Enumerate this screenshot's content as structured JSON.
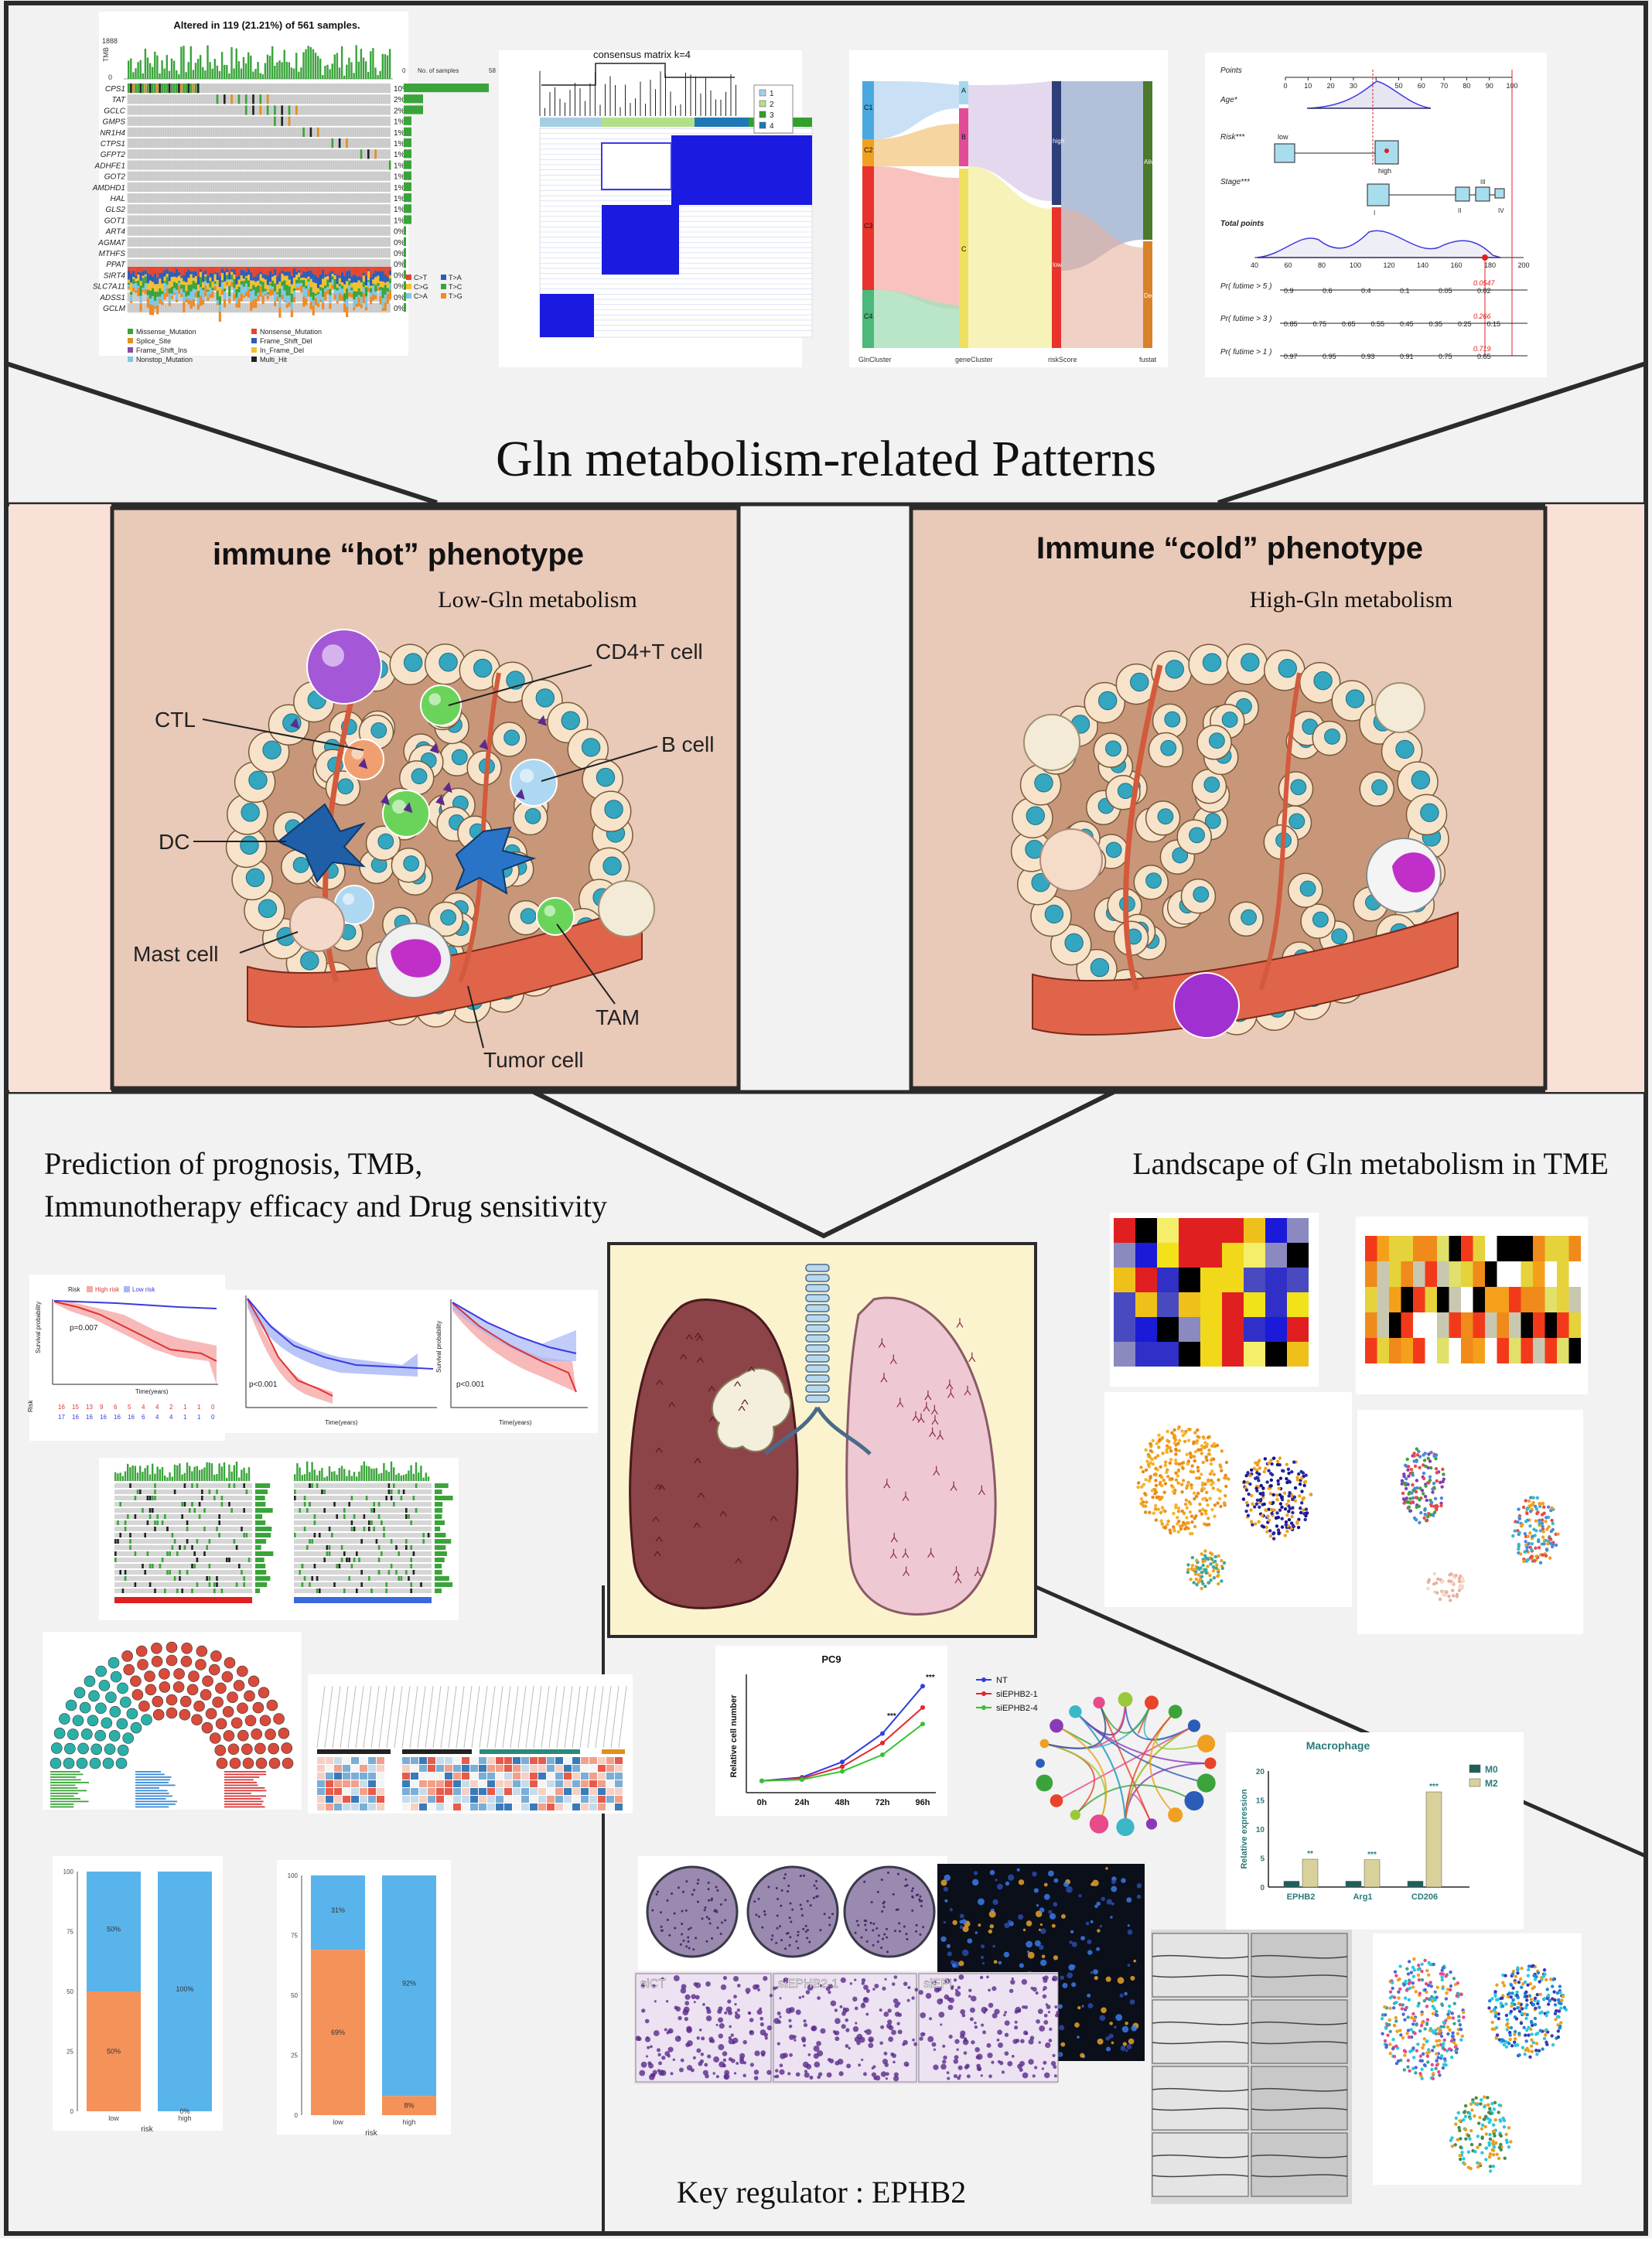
{
  "main_title": "Gln metabolism-related Patterns",
  "hot": {
    "title": "immune “hot” phenotype",
    "subtitle": "Low-Gln metabolism",
    "labels": {
      "cd4": "CD4+T cell",
      "ctl": "CTL",
      "bcell": "B cell",
      "dc": "DC",
      "mast": "Mast cell",
      "tam": "TAM",
      "tumor": "Tumor cell"
    }
  },
  "cold": {
    "title": "Immune “cold” phenotype",
    "subtitle": "High-Gln metabolism"
  },
  "prediction_title": {
    "line1": "Prediction of prognosis, TMB,",
    "line2": "Immunotherapy efficacy and Drug sensitivity"
  },
  "landscape_title": "Landscape of Gln metabolism in TME",
  "key_regulator": "Key regulator : EPHB2",
  "oncoplot": {
    "title": "Altered in 119 (21.21%) of 561 samples.",
    "tmb_label": "TMB",
    "tmb_max": "1888",
    "tmb_min": "0",
    "samples_label": "No. of samples",
    "samples_max": "58",
    "samples_min": "0",
    "genes": [
      "CPS1",
      "TAT",
      "GCLC",
      "GMPS",
      "NR1H4",
      "CTPS1",
      "GFPT2",
      "ADHFE1",
      "GOT2",
      "AMDHD1",
      "HAL",
      "GLS2",
      "GOT1",
      "ART4",
      "AGMAT",
      "MTHFS",
      "PPAT",
      "SIRT4",
      "SLC7A11",
      "ADSS1",
      "GCLM"
    ],
    "pcts": [
      "10%",
      "2%",
      "2%",
      "1%",
      "1%",
      "1%",
      "1%",
      "1%",
      "1%",
      "1%",
      "1%",
      "1%",
      "1%",
      "0%",
      "0%",
      "0%",
      "0%",
      "0%",
      "0%",
      "0%",
      "0%"
    ],
    "legend": [
      "Missense_Mutation",
      "Nonsense_Mutation",
      "Splice_Site",
      "Frame_Shift_Del",
      "Frame_Shift_Ins",
      "In_Frame_Del",
      "Nonstop_Mutation",
      "Multi_Hit"
    ],
    "ti_legend": [
      "C>T",
      "T>A",
      "C>G",
      "T>C",
      "C>A",
      "T>G"
    ]
  },
  "consensus": {
    "title": "consensus matrix k=4",
    "legend": [
      "1",
      "2",
      "3",
      "4"
    ]
  },
  "sankey": {
    "axes": [
      "GlnCluster",
      "geneCluster",
      "riskScore",
      "fustat"
    ],
    "c_labels": [
      "C1",
      "C2",
      "C3",
      "C4"
    ],
    "g_labels": [
      "A",
      "B",
      "C"
    ],
    "r_labels": [
      "high",
      "low"
    ],
    "f_labels": [
      "Alive",
      "Dead"
    ]
  },
  "nomogram": {
    "rows": [
      "Points",
      "Age*",
      "Risk***",
      "Stage***",
      "Total points",
      "Pr( futime > 5 )",
      "Pr( futime > 3 )",
      "Pr( futime > 1 )"
    ],
    "points_ticks": [
      "0",
      "10",
      "20",
      "30",
      "40",
      "50",
      "60",
      "70",
      "80",
      "90",
      "100"
    ],
    "total_ticks": [
      "40",
      "60",
      "80",
      "100",
      "120",
      "140",
      "160",
      "180",
      "200"
    ],
    "risk_levels": [
      "low",
      "high"
    ],
    "stage_levels": [
      "I",
      "II",
      "III",
      "IV"
    ],
    "red_values": [
      "0.0547",
      "0.266",
      "0.719"
    ],
    "pr5": [
      "0.9",
      "0.6",
      "0.4",
      "0.1",
      "0.05",
      "0.02"
    ],
    "pr3": [
      "0.85",
      "0.75",
      "0.65",
      "0.55",
      "0.45",
      "0.35",
      "0.25",
      "0.15"
    ],
    "pr1": [
      "0.97",
      "0.95",
      "0.93",
      "0.91",
      "0.75",
      "0.65"
    ]
  },
  "km": [
    {
      "legend": [
        "Risk",
        "High risk",
        "Low risk"
      ],
      "p": "p=0.007",
      "ylabel": "Survival probability",
      "xlabel": "Time(years)",
      "risk_label": "Risk",
      "n_high": [
        "16",
        "15",
        "13",
        "9",
        "6",
        "5",
        "4",
        "4",
        "2",
        "1",
        "1",
        "0"
      ],
      "n_low": [
        "17",
        "16",
        "16",
        "16",
        "16",
        "16",
        "6",
        "4",
        "4",
        "1",
        "1",
        "0"
      ]
    },
    {
      "p": "p<0.001",
      "xlabel": "Time(years)"
    },
    {
      "p": "p<0.001",
      "ylabel": "Survival probability",
      "xlabel": "Time(years)"
    }
  ],
  "growth": {
    "title": "PC9",
    "ylabel": "Relative cell number",
    "categories": [
      "0h",
      "24h",
      "48h",
      "72h",
      "96h"
    ],
    "legend": [
      "NT",
      "siEPHB2-1",
      "siEPHB2-4"
    ],
    "colors": [
      "#2f3fe0",
      "#e0282a",
      "#34c232"
    ],
    "sig": [
      "***",
      "***"
    ]
  },
  "macro": {
    "title": "Macrophage",
    "ylabel": "Relative expression",
    "categories": [
      "EPHB2",
      "Arg1",
      "CD206"
    ],
    "legend": [
      "M0",
      "M2"
    ],
    "yticks": [
      "0",
      "5",
      "10",
      "15",
      "20"
    ],
    "sig": [
      "**",
      "***",
      "***"
    ]
  },
  "stacked": [
    {
      "xlabel": "risk",
      "categories": [
        "low",
        "high"
      ],
      "labels": [
        "50%",
        "50%",
        "100%",
        "0%"
      ]
    },
    {
      "xlabel": "risk",
      "categories": [
        "low",
        "high"
      ],
      "labels": [
        "31%",
        "69%",
        "92%",
        "8%"
      ]
    }
  ],
  "stacked_yticks": [
    "0",
    "25",
    "50",
    "75",
    "100"
  ],
  "transwell_labels": [
    "siCT",
    "siEPHB2-1",
    "siEPI"
  ],
  "chart_data": [
    {
      "type": "line",
      "title": "PC9",
      "xlabel": "",
      "ylabel": "Relative cell number",
      "x": [
        "0h",
        "24h",
        "48h",
        "72h",
        "96h"
      ],
      "series": [
        {
          "name": "NT",
          "values": [
            1.0,
            1.3,
            2.6,
            5.0,
            9.0
          ]
        },
        {
          "name": "siEPHB2-1",
          "values": [
            1.0,
            1.2,
            2.2,
            4.2,
            7.2
          ]
        },
        {
          "name": "siEPHB2-4",
          "values": [
            1.0,
            1.1,
            1.8,
            3.2,
            5.8
          ]
        }
      ],
      "ylim": [
        0,
        10
      ]
    },
    {
      "type": "bar",
      "title": "Macrophage",
      "ylabel": "Relative expression",
      "categories": [
        "EPHB2",
        "Arg1",
        "CD206"
      ],
      "series": [
        {
          "name": "M0",
          "values": [
            1.0,
            1.0,
            1.0
          ]
        },
        {
          "name": "M2",
          "values": [
            4.8,
            4.7,
            16.4
          ]
        }
      ],
      "ylim": [
        0,
        20
      ]
    },
    {
      "type": "bar",
      "xlabel": "risk",
      "categories": [
        "low",
        "high"
      ],
      "series": [
        {
          "values": [
            50,
            0
          ]
        },
        {
          "values": [
            50,
            100
          ]
        }
      ],
      "ylim": [
        0,
        100
      ]
    },
    {
      "type": "bar",
      "xlabel": "risk",
      "categories": [
        "low",
        "high"
      ],
      "series": [
        {
          "values": [
            69,
            8
          ]
        },
        {
          "values": [
            31,
            92
          ]
        }
      ],
      "ylim": [
        0,
        100
      ]
    }
  ]
}
